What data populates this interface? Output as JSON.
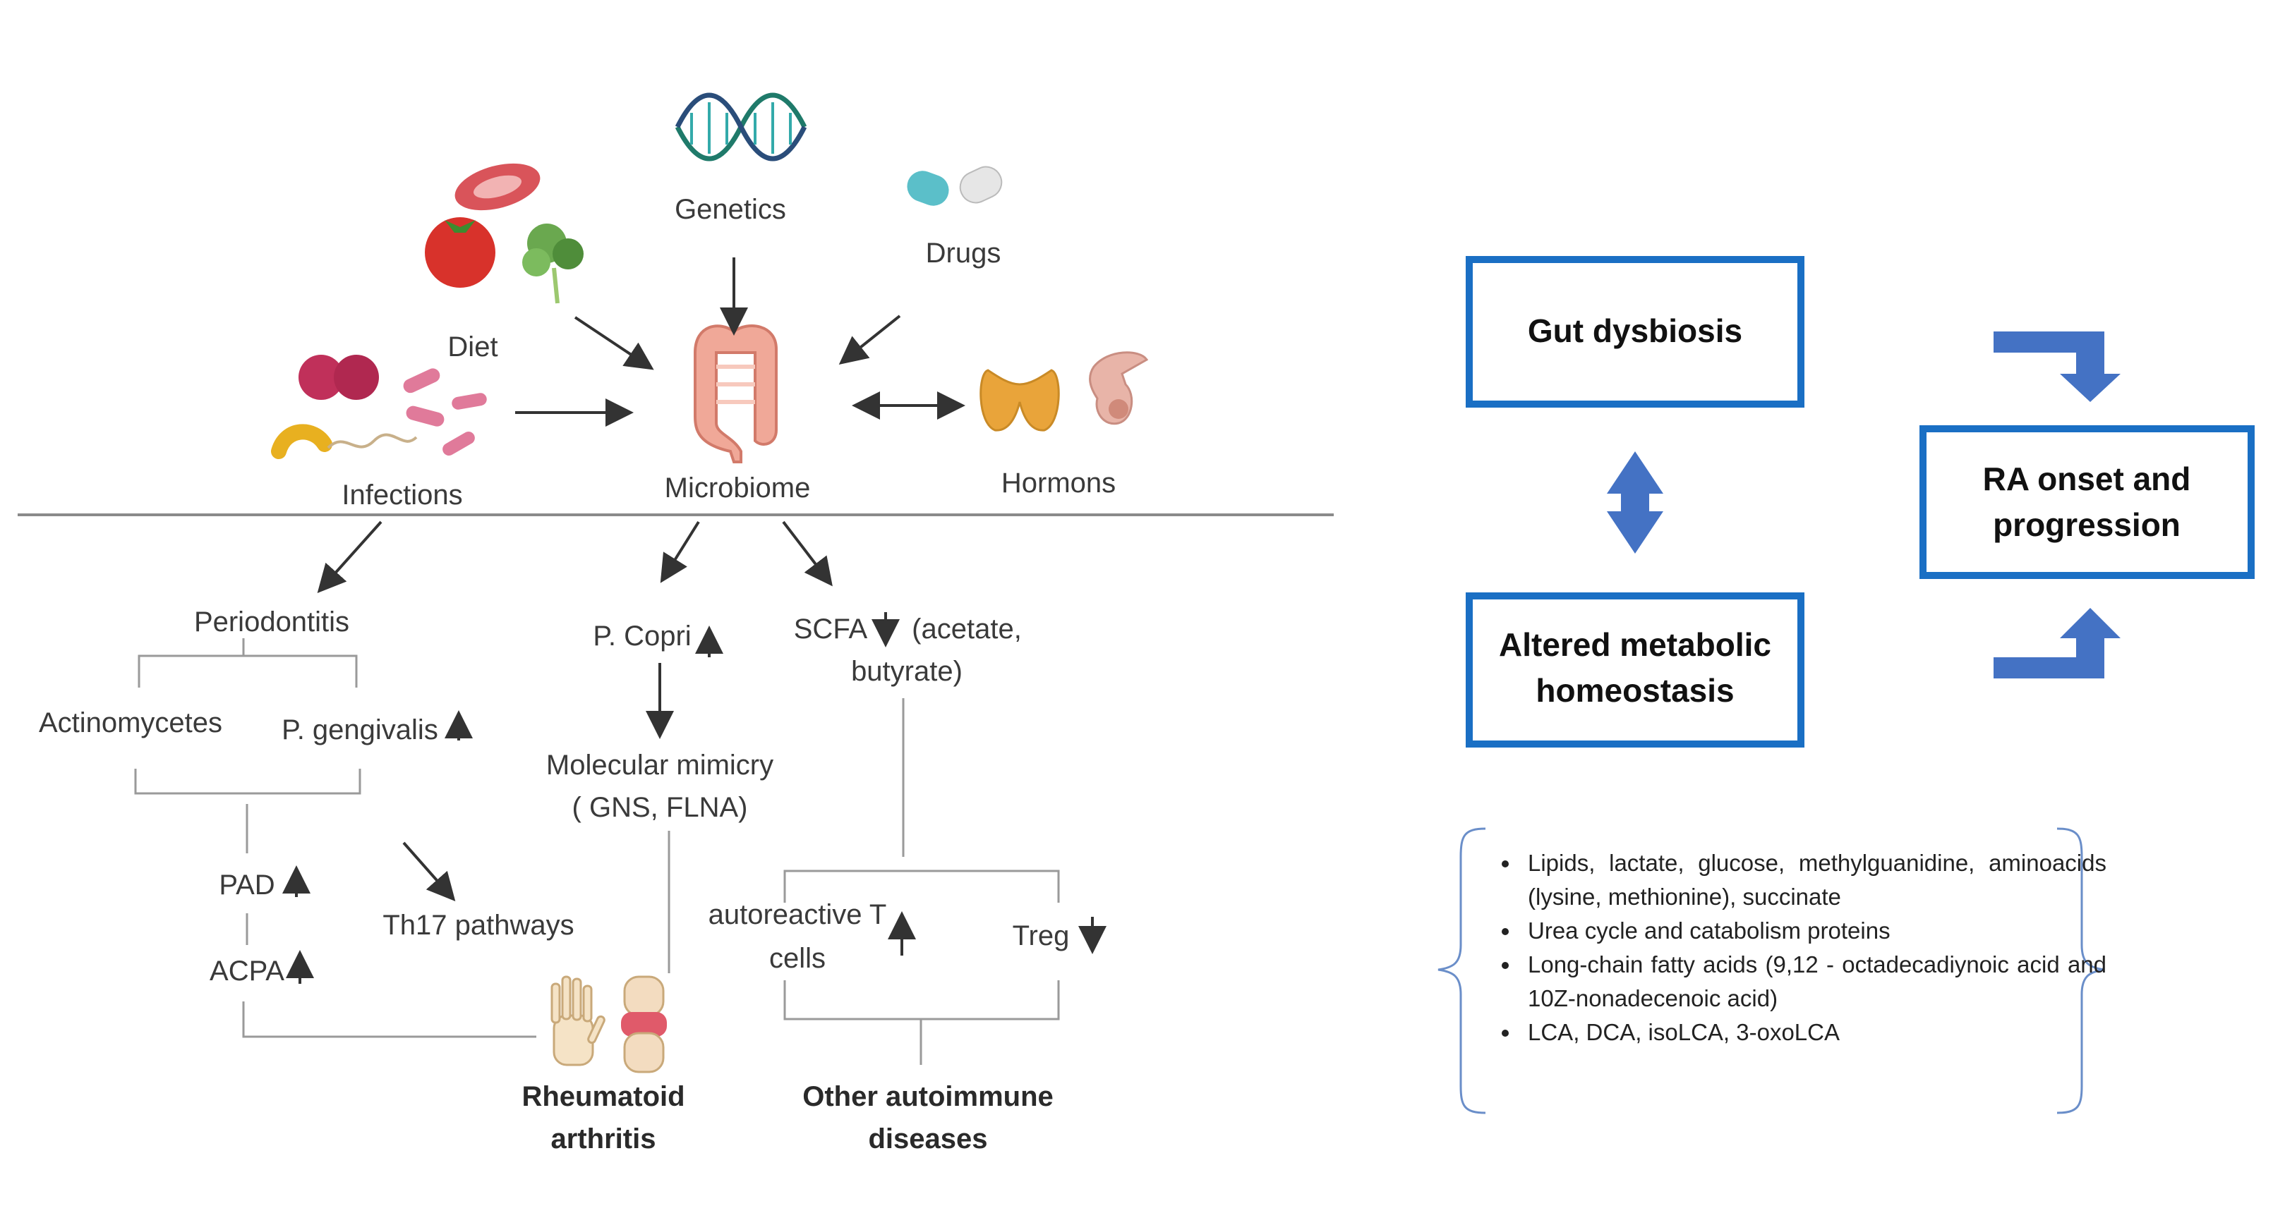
{
  "left_panel": {
    "factors": {
      "genetics": "Genetics",
      "drugs": "Drugs",
      "diet": "Diet",
      "infections": "Infections",
      "microbiome": "Microbiome",
      "hormons": "Hormons"
    },
    "pathways": {
      "periodontitis": "Periodontitis",
      "actinomycetes": "Actinomycetes",
      "p_gengivalis": "P. gengivalis",
      "pad": "PAD",
      "acpa": "ACPA",
      "th17": "Th17 pathways",
      "p_copri": "P. Copri",
      "molecular_mimicry_1": "Molecular mimicry",
      "molecular_mimicry_2": "( GNS, FLNA)",
      "scfa_1": "SCFA",
      "scfa_2": "(acetate,",
      "scfa_3": "butyrate)",
      "autoreactive_1": "autoreactive T",
      "autoreactive_2": "cells",
      "treg": "Treg"
    },
    "outcomes": {
      "ra_1": "Rheumatoid",
      "ra_2": "arthritis",
      "other_1": "Other autoimmune",
      "other_2": "diseases"
    }
  },
  "right_panel": {
    "gut_dysbiosis": "Gut dysbiosis",
    "altered_1": "Altered metabolic",
    "altered_2": "homeostasis",
    "ra_onset_1": "RA onset and",
    "ra_onset_2": "progression",
    "metabolites": [
      "Lipids, lactate, glucose, methylguanidine, aminoacids (lysine, methionine), succinate",
      "Urea cycle and catabolism proteins",
      "Long-chain fatty acids (9,12 - octadecadiynoic acid and 10Z-nonadecenoic acid)",
      "LCA, DCA, isoLCA, 3-oxoLCA"
    ]
  },
  "colors": {
    "box_border": "#1a6fc4",
    "arrow_fill": "#4472c4",
    "line": "#8a8a8a",
    "text": "#3a3a3a"
  }
}
